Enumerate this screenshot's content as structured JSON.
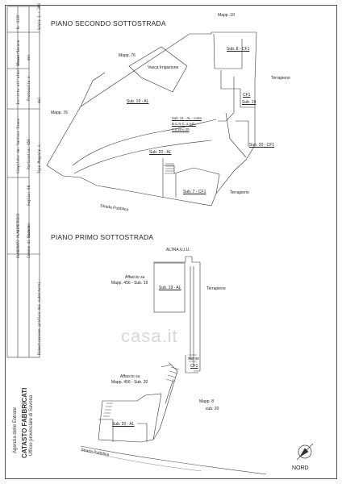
{
  "left_panel": {
    "agency_line1": "Agenzia delle Entrate",
    "agency_line2": "CATASTO FABBRICATI",
    "agency_line3": "Ufficio provinciale di Savona"
  },
  "header": {
    "r1c1": "ELABORATO PLANIMETRICO",
    "r1c2": "Compilato da: Santini Ivano",
    "r1c3": "Iscritto all'albo: Geometri",
    "r1c4": "Prov. Savona",
    "r1c5": "N. 1135",
    "r2c1": "Comune di Savona",
    "r2c2": "Sezione:",
    "r2c3": "Foglio: 68",
    "r2c4": "Particella: 656",
    "r2c5": "Protocollo n.",
    "r2c6": "del",
    "r3c1": "Dimostrazione grafica dei subalterni",
    "r3c3": "Tipo Mappale n.",
    "r3c4": "del",
    "r3c5": "Scala 1 : 200"
  },
  "plan1": {
    "title": "PIANO SECONDO SOTTOSTRADA",
    "labels": {
      "mapp10": "Mapp. 10",
      "mapp76a": "Mapp. 76",
      "mapp76b": "Mapp. 76",
      "vasca": "Vasca Irrigazione",
      "sub8": "Sub. 8 - CF1",
      "terrapieno1": "Terrapieno",
      "cf1": "CF1",
      "sub19b": "Sub. 19",
      "sub19": "Sub. 19 - AL",
      "sub21a": "Sub. 21 - AL - corte",
      "sub21b": "B.C.N.C. a sub.",
      "sub21c": "7 e 19 e 20",
      "sub20cf": "Sub. 20 - CF1",
      "sub20al": "Sub. 20 - AL",
      "sub7": "Sub. 7 - CF1",
      "terrapieno2": "Terrapieno",
      "strada": "Strada Pubblica"
    }
  },
  "plan2": {
    "title": "PIANO PRIMO SOTTOSTRADA",
    "labels": {
      "altra": "ALTRA U.I.U.",
      "affaccio1a": "Affaccio su",
      "affaccio1b": "Mapp. 456 - Sub. 19",
      "sub19": "Sub. 19 - AL",
      "terrapieno": "Terrapieno",
      "sub19small": "Sub 19",
      "cf1": "CF1",
      "affaccio2a": "Affaccio su",
      "affaccio2b": "Mapp. 456 - Sub. 20",
      "mapp8a": "Mapp. 8",
      "mapp8b": "sub. 20",
      "sub20": "Sub. 20 - AL",
      "strada": "Strada Pubblica"
    }
  },
  "north_label": "NORD",
  "watermark": "casa.it"
}
